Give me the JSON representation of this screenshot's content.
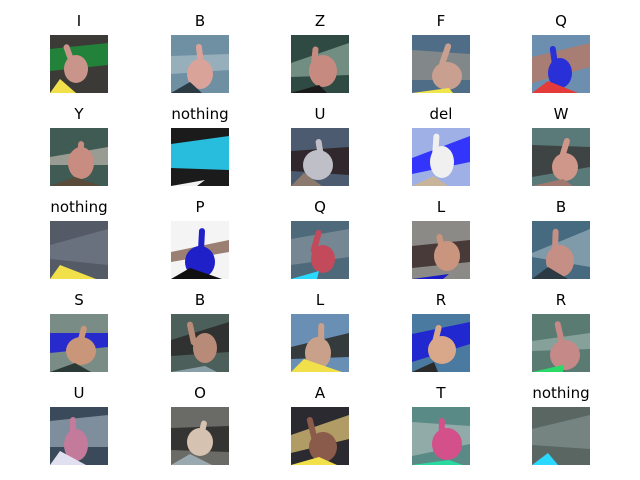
{
  "figure": {
    "grid": {
      "rows": 5,
      "cols": 5
    },
    "panels": [
      {
        "label": "I",
        "palette": [
          "#3b3a36",
          "#c9958a",
          "#1f8f3a",
          "#f2e04a"
        ]
      },
      {
        "label": "B",
        "palette": [
          "#6f8fa3",
          "#d9a39a",
          "#9fb4c0",
          "#2c3a44"
        ]
      },
      {
        "label": "Z",
        "palette": [
          "#2f4a43",
          "#c78a80",
          "#7e9a8e",
          "#1b1b1b"
        ]
      },
      {
        "label": "F",
        "palette": [
          "#4f6d86",
          "#c9a090",
          "#8b8c8a",
          "#f0e64a"
        ]
      },
      {
        "label": "Q",
        "palette": [
          "#6c8fb0",
          "#2a30d8",
          "#b27a6a",
          "#e53a3a"
        ]
      },
      {
        "label": "Y",
        "palette": [
          "#3f5b53",
          "#c98c80",
          "#a8a89e",
          "#5a4a3a"
        ]
      },
      {
        "label": "nothing",
        "palette": [
          "#1b1b1b",
          "#e01c1c",
          "#2ad9ff",
          "#f2f2f2"
        ]
      },
      {
        "label": "U",
        "palette": [
          "#4d5b70",
          "#bfbfc7",
          "#2b2020",
          "#8c7a6e"
        ]
      },
      {
        "label": "del",
        "palette": [
          "#9eb0e6",
          "#f0f0f0",
          "#2020ff",
          "#c8b49a"
        ]
      },
      {
        "label": "W",
        "palette": [
          "#5a7a7a",
          "#cf968a",
          "#3a3a3a",
          "#a07870"
        ]
      },
      {
        "label": "nothing",
        "palette": [
          "#545a66",
          "#3a3a30",
          "#6e7682",
          "#f2e04a"
        ]
      },
      {
        "label": "P",
        "palette": [
          "#f4f4f4",
          "#2020c8",
          "#8a6a5a",
          "#101010"
        ]
      },
      {
        "label": "Q",
        "palette": [
          "#4e6a7a",
          "#c24a5a",
          "#7b8c96",
          "#2ad9ff"
        ]
      },
      {
        "label": "L",
        "palette": [
          "#8c8a86",
          "#c9957e",
          "#3c2c2c",
          "#1a1ac8"
        ]
      },
      {
        "label": "B",
        "palette": [
          "#466a80",
          "#c68f85",
          "#8aa2b0",
          "#2c3a44"
        ]
      },
      {
        "label": "S",
        "palette": [
          "#7a8c86",
          "#c9967a",
          "#1a1ad8",
          "#2b3a36"
        ]
      },
      {
        "label": "B",
        "palette": [
          "#4d5f5a",
          "#b88a78",
          "#2a2a2a",
          "#8aa0a8"
        ]
      },
      {
        "label": "L",
        "palette": [
          "#6a8fb4",
          "#c9a08a",
          "#2c2c28",
          "#f2e04a"
        ]
      },
      {
        "label": "R",
        "palette": [
          "#4a7aa0",
          "#d9a88a",
          "#1a1ad8",
          "#2b2b2b"
        ]
      },
      {
        "label": "R",
        "palette": [
          "#5a7b72",
          "#c58a88",
          "#8ea8a0",
          "#2ad96a"
        ]
      },
      {
        "label": "U",
        "palette": [
          "#3a4a5a",
          "#c47a9a",
          "#8c9aa8",
          "#e0e0f0"
        ]
      },
      {
        "label": "O",
        "palette": [
          "#6a6a66",
          "#d6c2b0",
          "#2a2a2a",
          "#9aa8b0"
        ]
      },
      {
        "label": "A",
        "palette": [
          "#2a2a30",
          "#8a5a4a",
          "#c9b070",
          "#f2e04a"
        ]
      },
      {
        "label": "T",
        "palette": [
          "#5a8a86",
          "#d4508a",
          "#9ab0ae",
          "#2ad9a0"
        ]
      },
      {
        "label": "nothing",
        "palette": [
          "#5a6662",
          "#3e4a3e",
          "#7a8a86",
          "#2ad9ff"
        ]
      }
    ]
  }
}
